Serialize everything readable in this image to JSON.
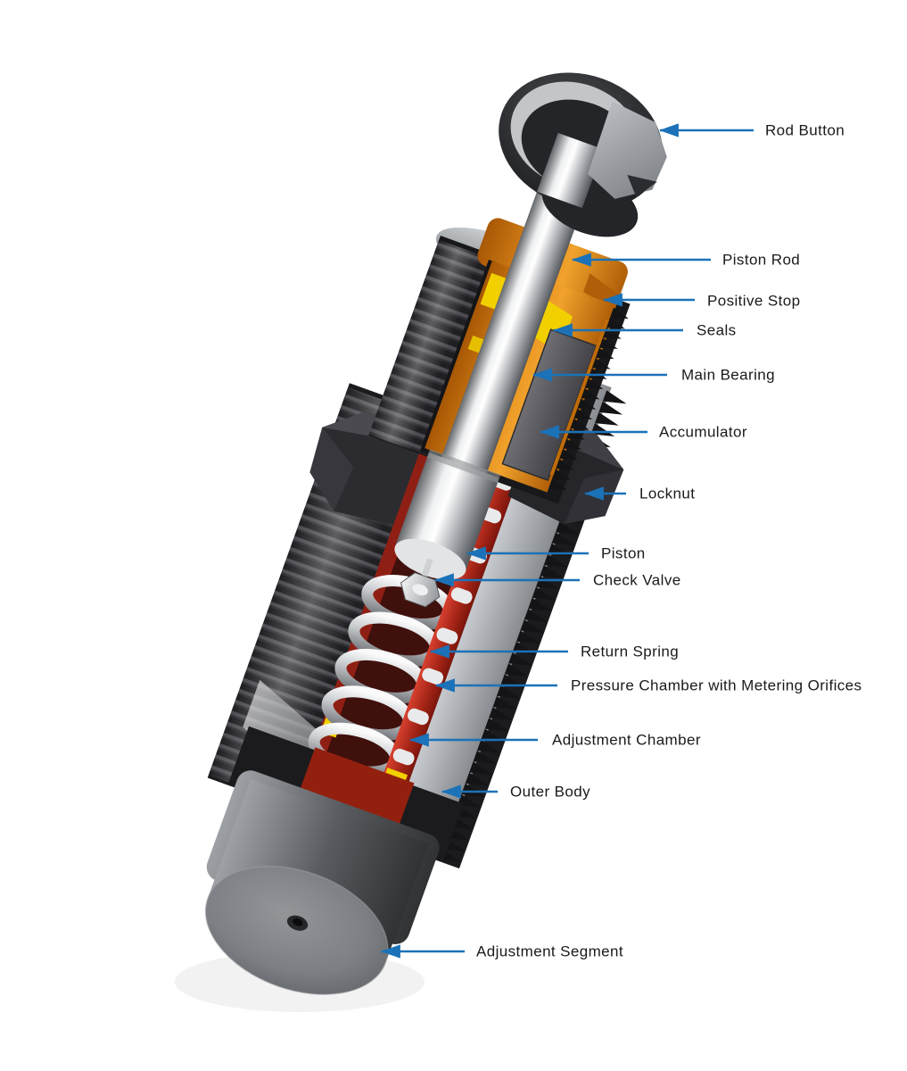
{
  "figure": {
    "subject": "Industrial shock absorber cutaway diagram",
    "background_color": "#ffffff",
    "callout": {
      "line_color": "#1b72b8",
      "text_color": "#1a1a1a"
    },
    "labels": [
      {
        "text": "Rod Button"
      },
      {
        "text": "Piston Rod"
      },
      {
        "text": "Positive Stop"
      },
      {
        "text": "Seals"
      },
      {
        "text": "Main Bearing"
      },
      {
        "text": "Accumulator"
      },
      {
        "text": "Locknut"
      },
      {
        "text": "Piston"
      },
      {
        "text": "Check Valve"
      },
      {
        "text": "Return Spring"
      },
      {
        "text": "Pressure Chamber with Metering Orifices"
      },
      {
        "text": "Adjustment Chamber"
      },
      {
        "text": "Outer Body"
      },
      {
        "text": "Adjustment Segment"
      }
    ],
    "part_colors": {
      "positive_stop_orange": "#e08a1e",
      "seal_yellow": "#f2d000",
      "pressure_chamber_red": "#c23227",
      "body_black": "#202023",
      "metal_silver": "#d9dbde",
      "accumulator_gray": "#57575c",
      "cap_gray": "#85888c"
    }
  }
}
